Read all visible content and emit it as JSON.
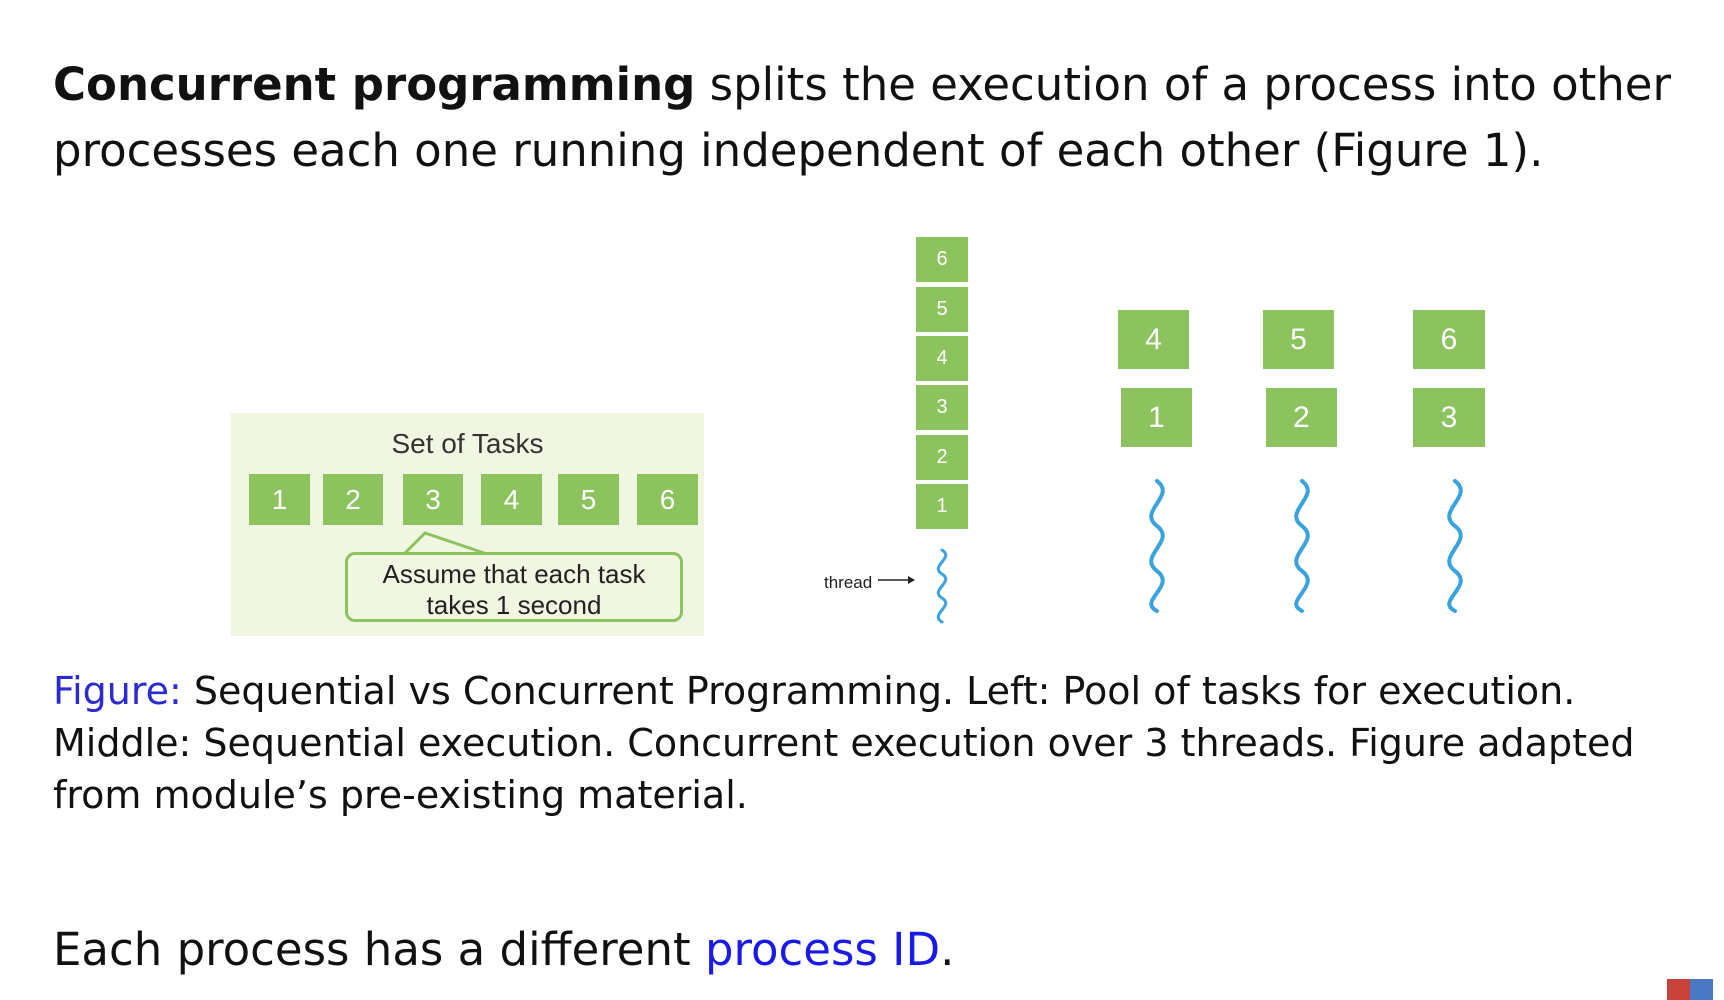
{
  "intro": {
    "bold_term": "Concurrent programming",
    "rest": " splits the execution of a process into other processes each one running independent of each other (Figure 1)."
  },
  "figure": {
    "pool": {
      "title": "Set of Tasks",
      "tasks": [
        "1",
        "2",
        "3",
        "4",
        "5",
        "6"
      ],
      "callout_line1": "Assume that each task",
      "callout_line2": "takes 1 second"
    },
    "sequential": {
      "stack_top_to_bottom": [
        "6",
        "5",
        "4",
        "3",
        "2",
        "1"
      ],
      "thread_label": "thread"
    },
    "concurrent": {
      "threads": [
        {
          "top": "4",
          "bottom": "1"
        },
        {
          "top": "5",
          "bottom": "2"
        },
        {
          "top": "6",
          "bottom": "3"
        }
      ]
    },
    "colors": {
      "task_green": "#8dc35e",
      "panel_bg": "#f1f6e3",
      "thread_blue": "#3aa3dc"
    }
  },
  "caption": {
    "label": "Figure:",
    "text": " Sequential vs Concurrent Programming. Left: Pool of tasks for execution. Middle: Sequential execution. Concurrent execution over 3 threads. Figure adapted from module’s pre-existing material."
  },
  "closing": {
    "before": "Each process has a different ",
    "link": "process ID",
    "after": "."
  }
}
